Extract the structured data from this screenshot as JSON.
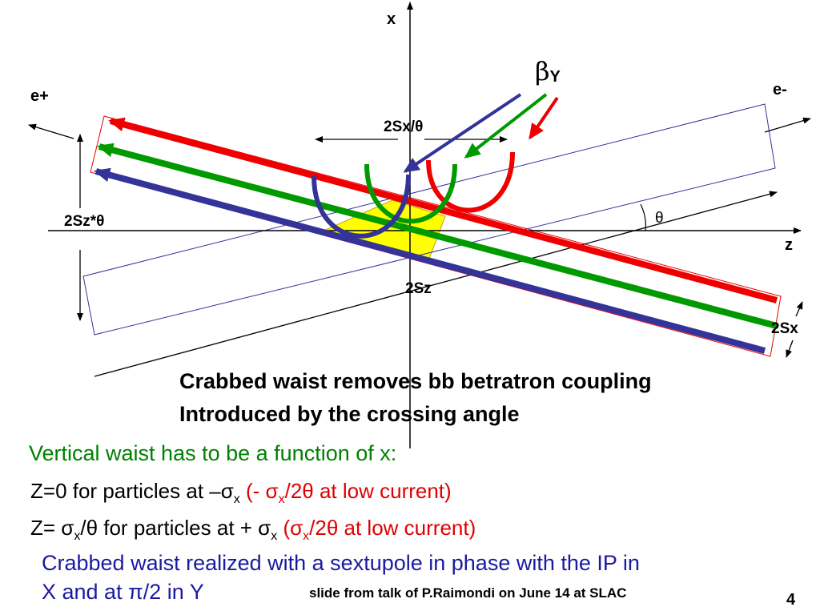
{
  "diagram": {
    "axis_x": "x",
    "axis_z": "z",
    "beam_left": "e+",
    "beam_right": "e-",
    "beta": "β",
    "beta_sub": "Y",
    "width_label": "2Sx/θ",
    "height_label": "2Sz*θ",
    "angle_label": "θ",
    "bottom_label": "2Sz",
    "side_label": "2Sx",
    "colors": {
      "red": "#ee0000",
      "green": "#009900",
      "blue": "#333399",
      "yellow": "#ffff00"
    }
  },
  "text": {
    "heading1": "Crabbed waist removes bb betratron coupling",
    "heading2": "Introduced by the crossing angle",
    "line_green": "Vertical waist has to be a function of x:",
    "l1_black": "Z=0 for particles at –σ",
    "l1_sub": "x",
    "l1_red_a": " (- σ",
    "l1_red_sub": "x",
    "l1_red_b": "/2θ at low current)",
    "l2_a": "Z= σ",
    "l2_sub1": "x",
    "l2_b": "/θ for particles at + σ",
    "l2_sub2": "x",
    "l2_red_a": " (σ",
    "l2_red_sub": "x",
    "l2_red_b": "/2θ at low current)",
    "blue1": "Crabbed waist realized with a sextupole in phase with the IP in",
    "blue2": " X and at π/2 in Y",
    "footnote": "slide from talk of P.Raimondi on June 14 at SLAC",
    "page": "4"
  }
}
